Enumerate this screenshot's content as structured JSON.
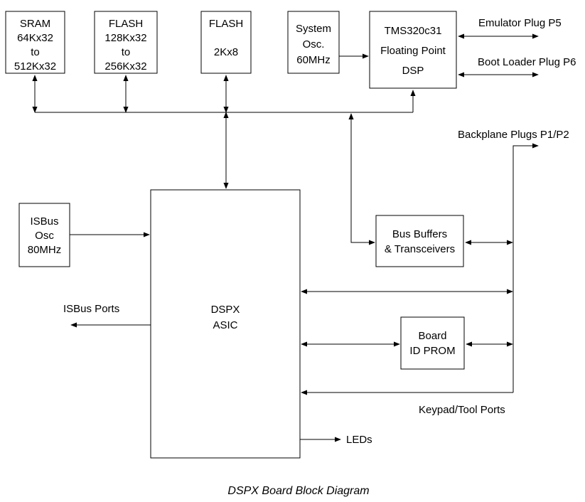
{
  "diagram": {
    "blocks": {
      "sram": [
        "SRAM",
        "64Kx32",
        "to",
        "512Kx32"
      ],
      "flash1": [
        "FLASH",
        "128Kx32",
        "to",
        "256Kx32"
      ],
      "flash2": [
        "FLASH",
        "",
        "2Kx8"
      ],
      "sysosc": [
        "System",
        "Osc.",
        "60MHz"
      ],
      "dsp": [
        "TMS320c31",
        "Floating Point",
        "DSP"
      ],
      "isbusosc": [
        "ISBus",
        "Osc",
        "80MHz"
      ],
      "asic": [
        "DSPX",
        "ASIC"
      ],
      "busbuf": [
        "Bus Buffers",
        "& Transceivers"
      ],
      "boardid": [
        "Board",
        "ID PROM"
      ]
    },
    "labels": {
      "emulator": "Emulator Plug P5",
      "bootloader": "Boot Loader Plug P6",
      "backplane": "Backplane Plugs P1/P2",
      "isbus_ports": "ISBus Ports",
      "keypad": "Keypad/Tool Ports",
      "leds": "LEDs"
    },
    "caption": "DSPX Board Block Diagram"
  }
}
